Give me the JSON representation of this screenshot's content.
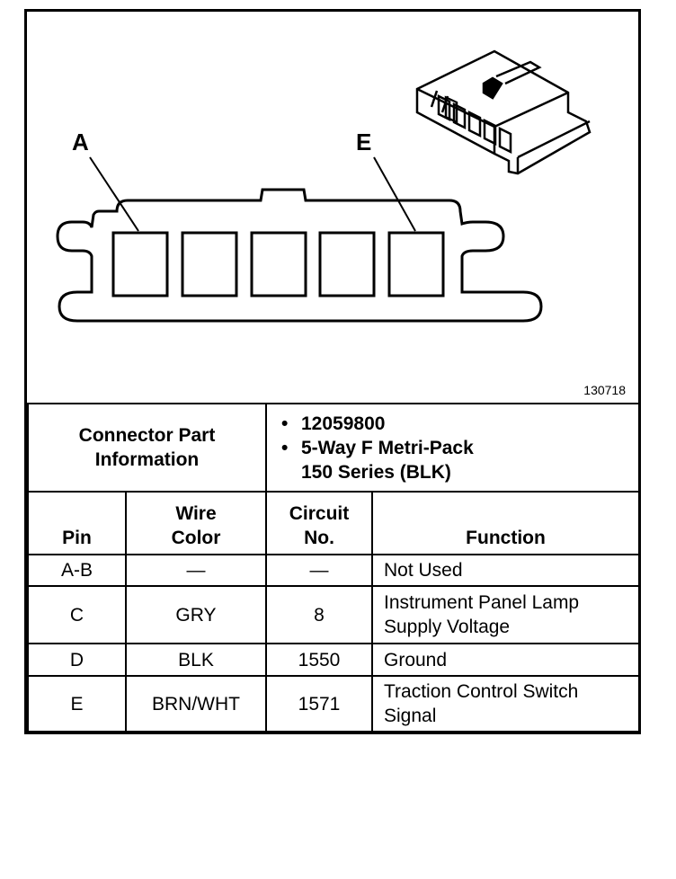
{
  "figure": {
    "label_a": "A",
    "label_e": "E",
    "figure_number": "130718",
    "cavity_count": 5
  },
  "connector_info": {
    "title_line1": "Connector Part",
    "title_line2": "Information",
    "part_number": "12059800",
    "description_line1": "5-Way F Metri-Pack",
    "description_line2": "150 Series (BLK)"
  },
  "table": {
    "headers": {
      "pin": "Pin",
      "wire_color_line1": "Wire",
      "wire_color_line2": "Color",
      "circuit_line1": "Circuit",
      "circuit_line2": "No.",
      "function": "Function"
    },
    "rows": [
      {
        "pin": "A-B",
        "wire_color": "—",
        "circuit": "—",
        "function_line1": "Not Used",
        "function_line2": ""
      },
      {
        "pin": "C",
        "wire_color": "GRY",
        "circuit": "8",
        "function_line1": "Instrument Panel Lamp",
        "function_line2": "Supply Voltage"
      },
      {
        "pin": "D",
        "wire_color": "BLK",
        "circuit": "1550",
        "function_line1": "Ground",
        "function_line2": ""
      },
      {
        "pin": "E",
        "wire_color": "BRN/WHT",
        "circuit": "1571",
        "function_line1": "Traction Control Switch",
        "function_line2": "Signal"
      }
    ]
  }
}
